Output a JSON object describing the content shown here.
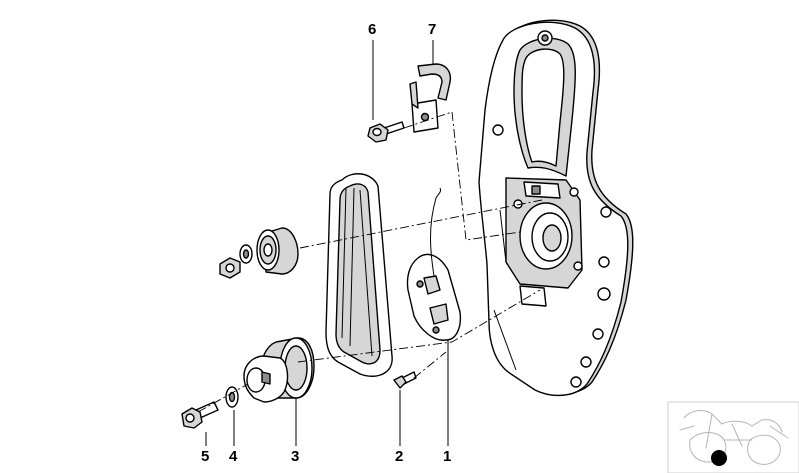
{
  "diagram": {
    "parts": [
      {
        "number": "1"
      },
      {
        "number": "2"
      },
      {
        "number": "3"
      },
      {
        "number": "4"
      },
      {
        "number": "5"
      },
      {
        "number": "6"
      },
      {
        "number": "7"
      }
    ]
  }
}
